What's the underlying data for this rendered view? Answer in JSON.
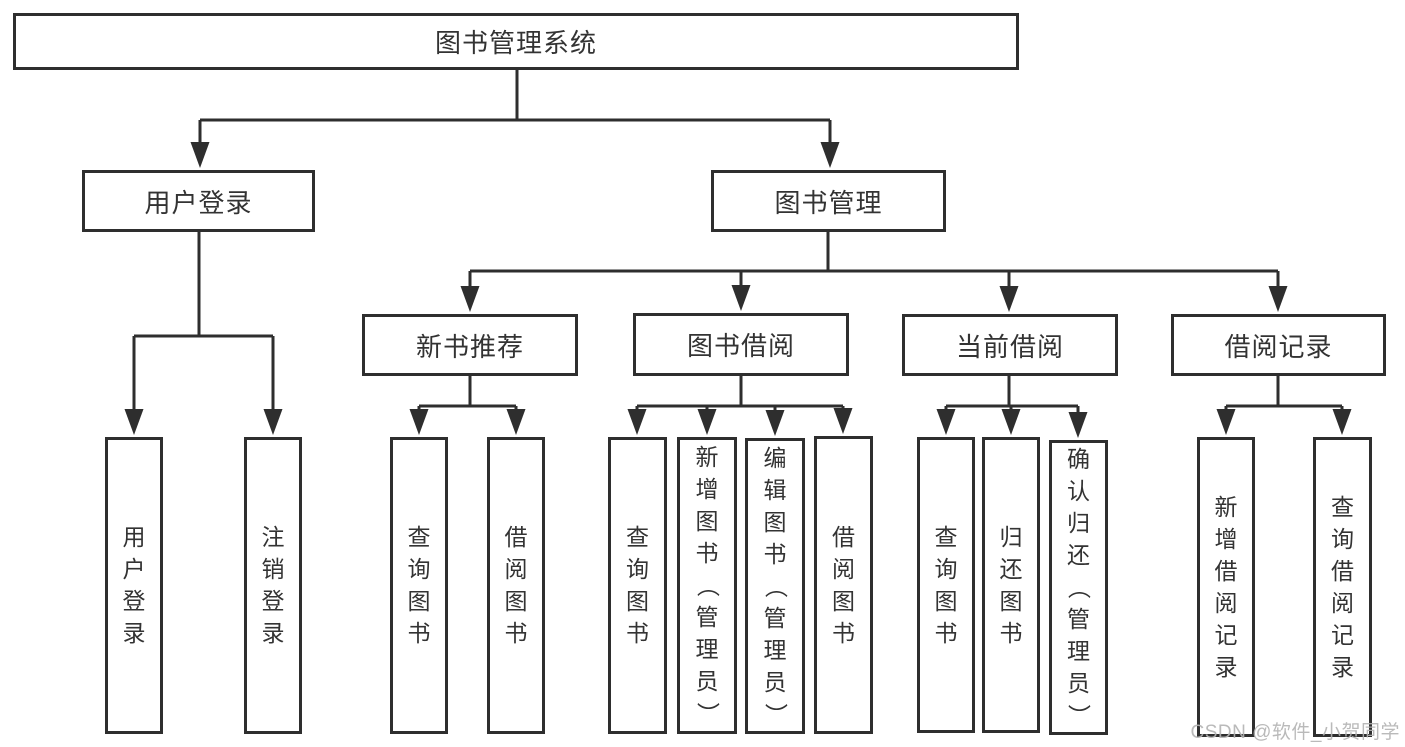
{
  "diagram": {
    "title": "图书管理系统",
    "nodes": {
      "root": {
        "label": "图书管理系统"
      },
      "user_login": {
        "label": "用户登录"
      },
      "book_mgmt": {
        "label": "图书管理"
      },
      "new_book_rec": {
        "label": "新书推荐"
      },
      "book_borrow": {
        "label": "图书借阅"
      },
      "current_borrow": {
        "label": "当前借阅"
      },
      "borrow_records": {
        "label": "借阅记录"
      },
      "login": {
        "label": "用户登录"
      },
      "logout": {
        "label": "注销登录"
      },
      "nb_query_books": {
        "label": "查询图书"
      },
      "nb_borrow_books": {
        "label": "借阅图书"
      },
      "bb_query_books": {
        "label": "查询图书"
      },
      "bb_add_books_admin": {
        "label": "新增图书（管理员）"
      },
      "bb_edit_books_admin": {
        "label": "编辑图书（管理员）"
      },
      "bb_borrow_books": {
        "label": "借阅图书"
      },
      "cb_query_books": {
        "label": "查询图书"
      },
      "cb_return_books": {
        "label": "归还图书"
      },
      "cb_confirm_return_admin": {
        "label": "确认归还（管理员）"
      },
      "br_add_record": {
        "label": "新增借阅记录"
      },
      "br_query_record": {
        "label": "查询借阅记录"
      }
    },
    "edges": [
      [
        "root",
        "user_login"
      ],
      [
        "root",
        "book_mgmt"
      ],
      [
        "user_login",
        "login"
      ],
      [
        "user_login",
        "logout"
      ],
      [
        "book_mgmt",
        "new_book_rec"
      ],
      [
        "book_mgmt",
        "book_borrow"
      ],
      [
        "book_mgmt",
        "current_borrow"
      ],
      [
        "book_mgmt",
        "borrow_records"
      ],
      [
        "new_book_rec",
        "nb_query_books"
      ],
      [
        "new_book_rec",
        "nb_borrow_books"
      ],
      [
        "book_borrow",
        "bb_query_books"
      ],
      [
        "book_borrow",
        "bb_add_books_admin"
      ],
      [
        "book_borrow",
        "bb_edit_books_admin"
      ],
      [
        "book_borrow",
        "bb_borrow_books"
      ],
      [
        "current_borrow",
        "cb_query_books"
      ],
      [
        "current_borrow",
        "cb_return_books"
      ],
      [
        "current_borrow",
        "cb_confirm_return_admin"
      ],
      [
        "borrow_records",
        "br_add_record"
      ],
      [
        "borrow_records",
        "br_query_record"
      ]
    ]
  },
  "watermark": {
    "text": "CSDN @软件_小贺同学"
  },
  "colors": {
    "line": "#2e2e2e",
    "text": "#333333",
    "watermark": "#b3b3b3",
    "background": "#ffffff"
  }
}
